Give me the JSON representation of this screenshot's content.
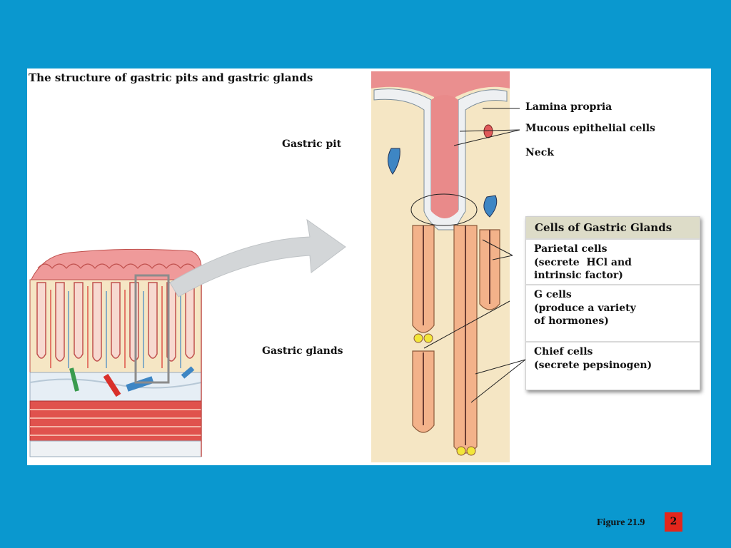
{
  "title": "The structure of gastric pits and gastric glands",
  "labels": {
    "gastric_pit": "Gastric pit",
    "gastric_glands": "Gastric glands"
  },
  "callouts": {
    "lamina_propria": "Lamina propria",
    "mucous_cells": "Mucous epithelial cells",
    "neck": "Neck"
  },
  "legend": {
    "heading": "Cells of Gastric Glands",
    "parietal": [
      "Parietal cells",
      "(secrete  HCl and",
      "intrinsic factor)"
    ],
    "g_cells": [
      "G cells",
      "(produce a variety",
      "of hormones)"
    ],
    "chief": [
      "Chief cells",
      "(secrete pepsinogen)"
    ]
  },
  "footer": {
    "figure": "Figure 21.9",
    "page": "2"
  },
  "colors": {
    "background": "#0a98cf",
    "panel": "#ffffff",
    "tissue": "#f5e6c4",
    "mucosa": "#e98a8a",
    "parietal": "#f3b28a",
    "g_cell": "#f2e63a",
    "vein": "#3e86c4",
    "page_box": "#e3261c",
    "legend_header": "#dddcc8"
  }
}
